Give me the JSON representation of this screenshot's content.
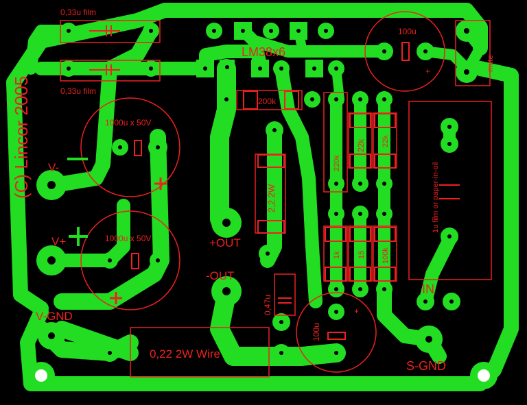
{
  "colors": {
    "background": "#000000",
    "copper": "#22dd22",
    "silkscreen": "#ee2020",
    "pad_hole": "#000000"
  },
  "labels": {
    "copyright": "(C) Lincor 2005",
    "cap_film_top": "0,33u film",
    "cap_film_bottom": "0,33u film",
    "chip": "LM38x6",
    "cap_1000_top": "1000u x 50V",
    "cap_1000_bottom": "1000u x 50V",
    "v_minus": "V-",
    "v_plus": "V+",
    "v_gnd": "V-GND",
    "out_plus": "+OUT",
    "out_minus": "-OUT",
    "res_200k": "200k",
    "res_22k_a": "22k",
    "res_22k_b": "22k",
    "res_220k": "220k",
    "res_2_2w": "2,2 2W",
    "res_1k": "1k",
    "res_15": "15",
    "res_100k": "100k",
    "cap_047": "0,47u",
    "cap_100_top": "100u",
    "cap_100_bottom": "100u",
    "mute": "mute",
    "input_cap": "1u film or paper-in-oil",
    "in": "IN",
    "s_gnd": "S-GND",
    "wire_res": "0,22 2W Wire",
    "plus_sign": "+"
  }
}
